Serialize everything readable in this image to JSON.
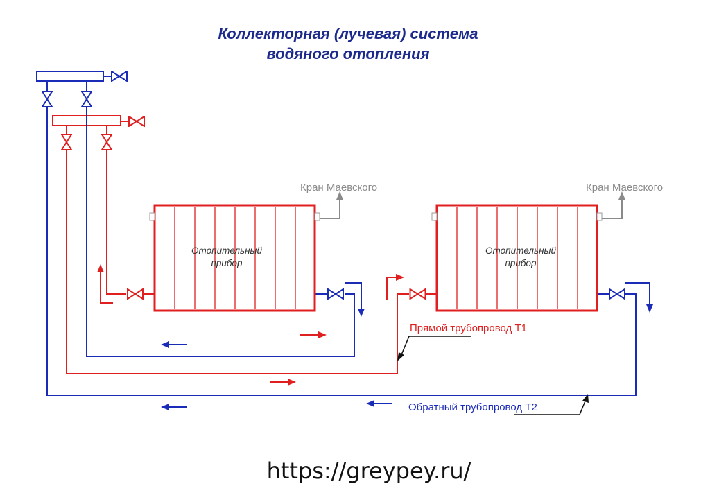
{
  "title": {
    "line1": "Коллекторная (лучевая) система",
    "line2": "водяного отопления"
  },
  "labels": {
    "mayevsky_left": "Кран Маевского",
    "mayevsky_right": "Кран Маевского",
    "radiator_left_line1": "Отопительный",
    "radiator_left_line2": "прибор",
    "radiator_right_line1": "Отопительный",
    "radiator_right_line2": "прибор",
    "supply_pipe": "Прямой трубопровод Т1",
    "return_pipe": "Обратный трубопровод Т2"
  },
  "watermark": "https://greypey.ru/",
  "colors": {
    "supply": "#e02020",
    "return": "#1a2bb8",
    "title": "#1c2a8c",
    "annotation": "#8a8a8a",
    "leader": "#111111"
  }
}
